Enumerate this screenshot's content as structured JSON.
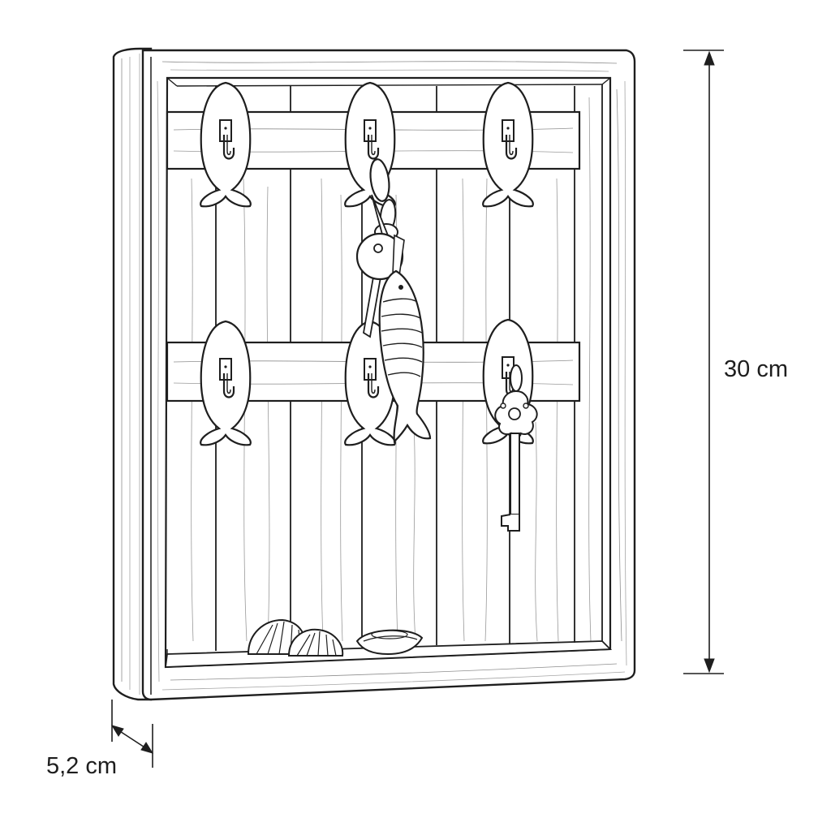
{
  "dimensions": {
    "height_label": "30 cm",
    "depth_label": "5,2 cm"
  },
  "colors": {
    "line": "#1e1e1e",
    "wood_face": "#ffffff",
    "background": "#ffffff"
  },
  "hook_icons": [
    "fish-hook-icon",
    "fish-hook-icon",
    "fish-hook-icon",
    "fish-hook-icon",
    "fish-hook-icon",
    "fish-hook-icon"
  ],
  "hanging_items": [
    "key-ring-with-fish-charm",
    "antique-key"
  ],
  "shelf_items": [
    "scallop-shell",
    "scallop-shell",
    "clam-shell"
  ]
}
